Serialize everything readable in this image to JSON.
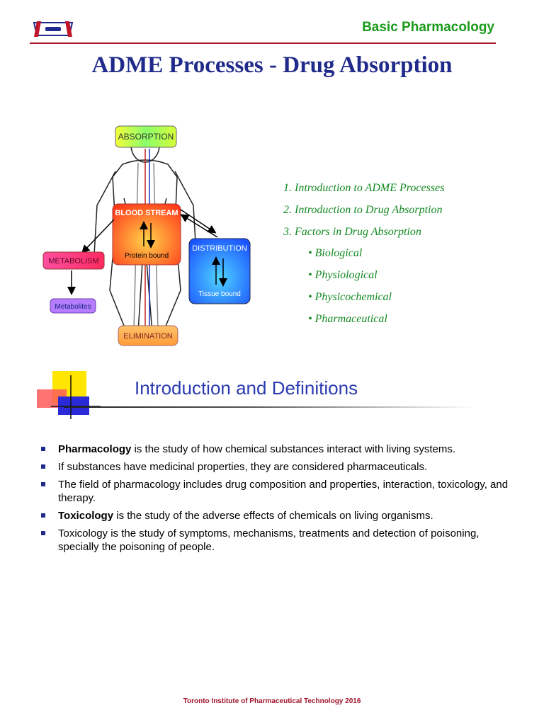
{
  "header": {
    "title": "Basic Pharmacology",
    "logo_icon": "institute-logo-icon"
  },
  "page_title": "ADME Processes - Drug Absorption",
  "diagram": {
    "absorption": "ABSORPTION",
    "blood_stream": "BLOOD STREAM",
    "protein_bound": "Protein bound",
    "distribution": "DISTRIBUTION",
    "tissue_bound": "Tissue bound",
    "metabolism": "METABOLISM",
    "metabolites": "Metabolites",
    "elimination": "ELIMINATION"
  },
  "toc": {
    "items": [
      "1. Introduction to ADME Processes",
      "2. Introduction to Drug Absorption",
      "3. Factors in Drug Absorption"
    ],
    "subitems": [
      "• Biological",
      "• Physiological",
      "• Physicochemical",
      "• Pharmaceutical"
    ]
  },
  "section": {
    "title": "Introduction and Definitions"
  },
  "bullets": [
    {
      "bold": "Pharmacology",
      "text": " is the study of how chemical substances interact with living systems."
    },
    {
      "bold": "",
      "text": "If substances have medicinal properties, they are considered pharmaceuticals."
    },
    {
      "bold": "",
      "text": "The field of pharmacology includes drug composition and properties, interaction, toxicology, and therapy."
    },
    {
      "bold": "Toxicology",
      "text": " is the study of the adverse effects of chemicals on living organisms."
    },
    {
      "bold": "",
      "text": "Toxicology is the study of symptoms, mechanisms, treatments and detection of poisoning, specially the poisoning of people."
    }
  ],
  "footer": "Toronto Institute of Pharmaceutical Technology 2016",
  "colors": {
    "title_blue": "#1f2a8a",
    "header_green": "#1a9a1a",
    "toc_green": "#138a23",
    "footer_red": "#a0142a",
    "rule_red": "#b0172a"
  }
}
